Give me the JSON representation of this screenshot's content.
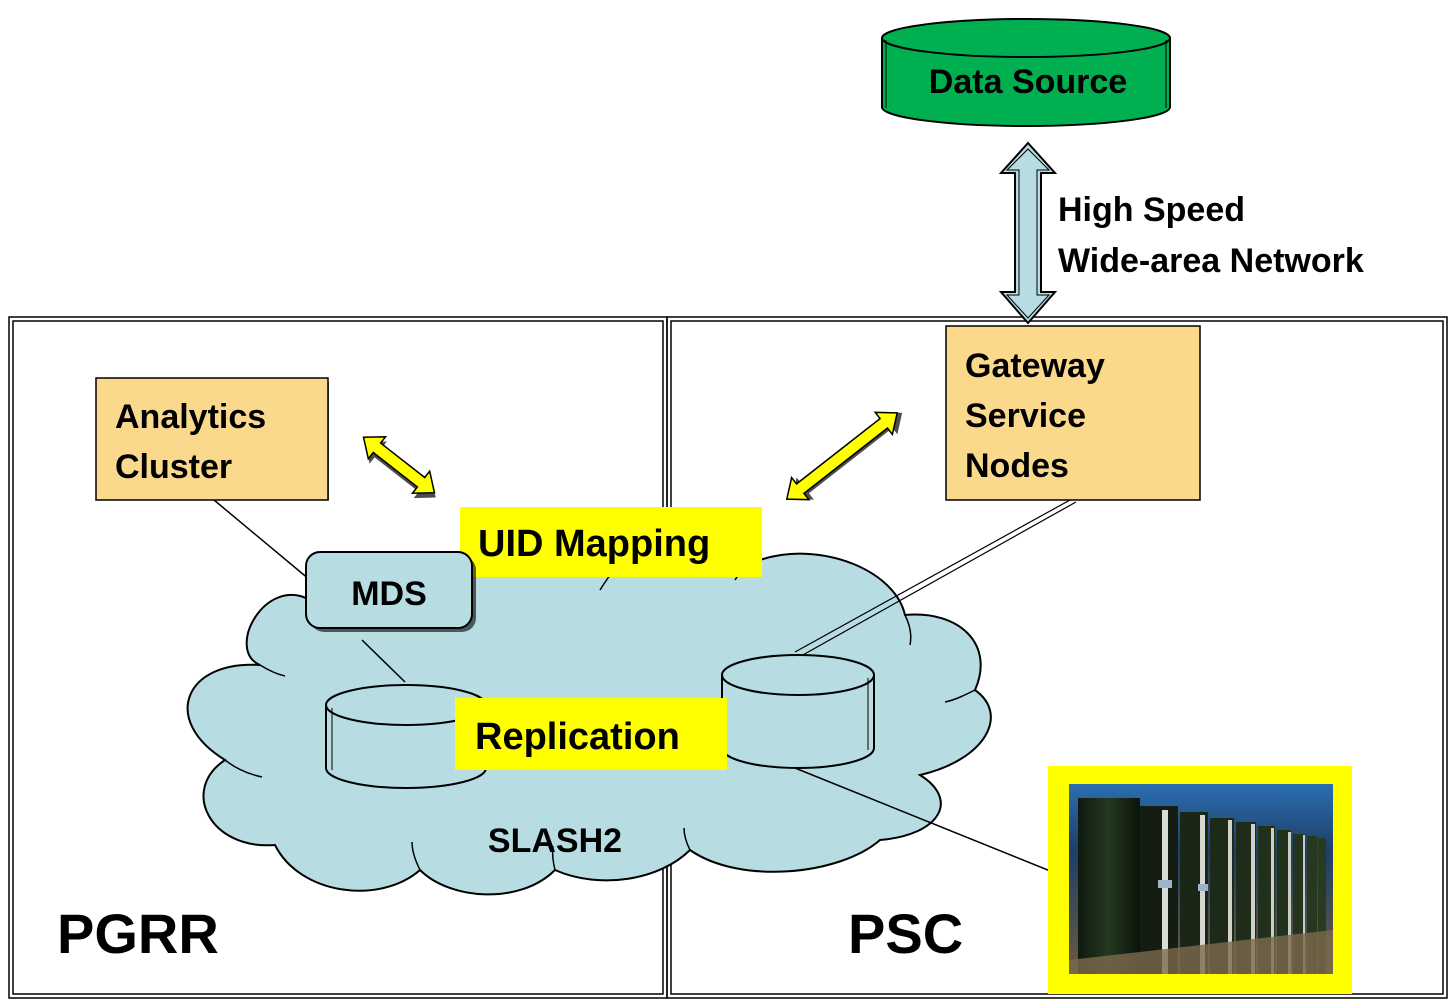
{
  "nodes": {
    "data_source": "Data Source",
    "network_line1": "High Speed",
    "network_line2": "Wide-area Network",
    "gateway_line1": "Gateway",
    "gateway_line2": "Service",
    "gateway_line3": "Nodes",
    "analytics_line1": "Analytics",
    "analytics_line2": "Cluster",
    "uid_mapping": "UID Mapping",
    "mds": "MDS",
    "replication": "Replication",
    "slash2": "SLASH2",
    "pgrr": "PGRR",
    "psc": "PSC"
  },
  "colors": {
    "data_source_fill": "#00b050",
    "cloud_fill": "#b7dde3",
    "box_fill": "#fad98c",
    "highlight": "#ffff00",
    "network_arrow": "#b7dde3"
  }
}
